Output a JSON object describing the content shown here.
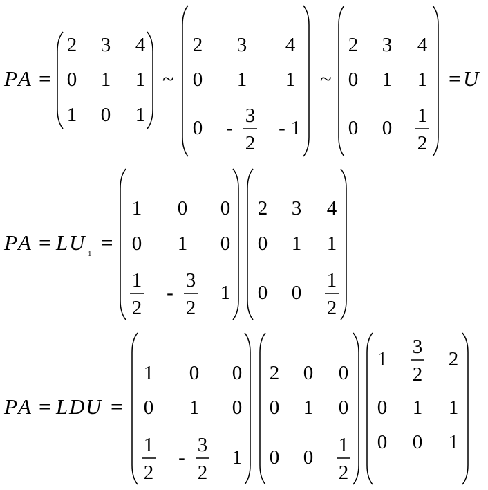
{
  "equations": [
    {
      "id": "eq1",
      "lhs": [
        {
          "text": "P",
          "class": "var"
        },
        {
          "text": "A",
          "class": "var"
        }
      ],
      "eq1_tail": "U"
    },
    {
      "id": "eq2",
      "lhs": [
        {
          "text": "P",
          "class": "var"
        },
        {
          "text": "A",
          "class": "var"
        },
        {
          "text": "L",
          "class": "var"
        },
        {
          "text": "U",
          "class": "var"
        }
      ],
      "subscript": "1"
    },
    {
      "id": "eq3",
      "lhs": [
        {
          "text": "P",
          "class": "var"
        },
        {
          "text": "A",
          "class": "var"
        },
        {
          "text": "L",
          "class": "var"
        },
        {
          "text": "D",
          "class": "var"
        },
        {
          "text": "U",
          "class": "var"
        }
      ]
    }
  ],
  "symbols": {
    "equals": "=",
    "tilde": "~",
    "minus": "-"
  },
  "matrices": {
    "A": [
      [
        "2",
        "3",
        "4"
      ],
      [
        "0",
        "1",
        "1"
      ],
      [
        "1",
        "0",
        "1"
      ]
    ],
    "M1": [
      [
        "2",
        "3",
        "4"
      ],
      [
        "0",
        "1",
        "1"
      ],
      [
        "0",
        "-3/2",
        "-1"
      ]
    ],
    "U": [
      [
        "2",
        "3",
        "4"
      ],
      [
        "0",
        "1",
        "1"
      ],
      [
        "0",
        "0",
        "1/2"
      ]
    ],
    "L": [
      [
        "1",
        "0",
        "0"
      ],
      [
        "0",
        "1",
        "0"
      ],
      [
        "1/2",
        "-3/2",
        "1"
      ]
    ],
    "D": [
      [
        "2",
        "0",
        "0"
      ],
      [
        "0",
        "1",
        "0"
      ],
      [
        "0",
        "0",
        "1/2"
      ]
    ],
    "U1": [
      [
        "1",
        "3/2",
        "2"
      ],
      [
        "0",
        "1",
        "1"
      ],
      [
        "0",
        "0",
        "1"
      ]
    ]
  }
}
